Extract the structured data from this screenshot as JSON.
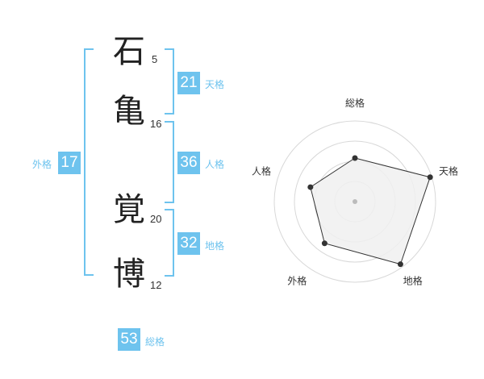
{
  "characters": [
    {
      "char": "石",
      "strokes": "5"
    },
    {
      "char": "亀",
      "strokes": "16"
    },
    {
      "char": "覚",
      "strokes": "20"
    },
    {
      "char": "博",
      "strokes": "12"
    }
  ],
  "fortunes": {
    "tenkaku": {
      "label": "天格",
      "value": "21"
    },
    "jinkaku": {
      "label": "人格",
      "value": "36"
    },
    "chikaku": {
      "label": "地格",
      "value": "32"
    },
    "gaikaku": {
      "label": "外格",
      "value": "17"
    },
    "soukaku": {
      "label": "総格",
      "value": "53"
    }
  },
  "colors": {
    "accent": "#6ec3ee",
    "grid": "#d8d8d8",
    "fill": "#f0f0f0",
    "stroke": "#333333"
  },
  "chart_data": {
    "type": "radar",
    "axes": [
      "総格",
      "天格",
      "地格",
      "外格",
      "人格"
    ],
    "values": [
      0.54,
      0.98,
      0.96,
      0.64,
      0.58
    ],
    "rings": 4,
    "range": [
      0,
      1
    ]
  }
}
